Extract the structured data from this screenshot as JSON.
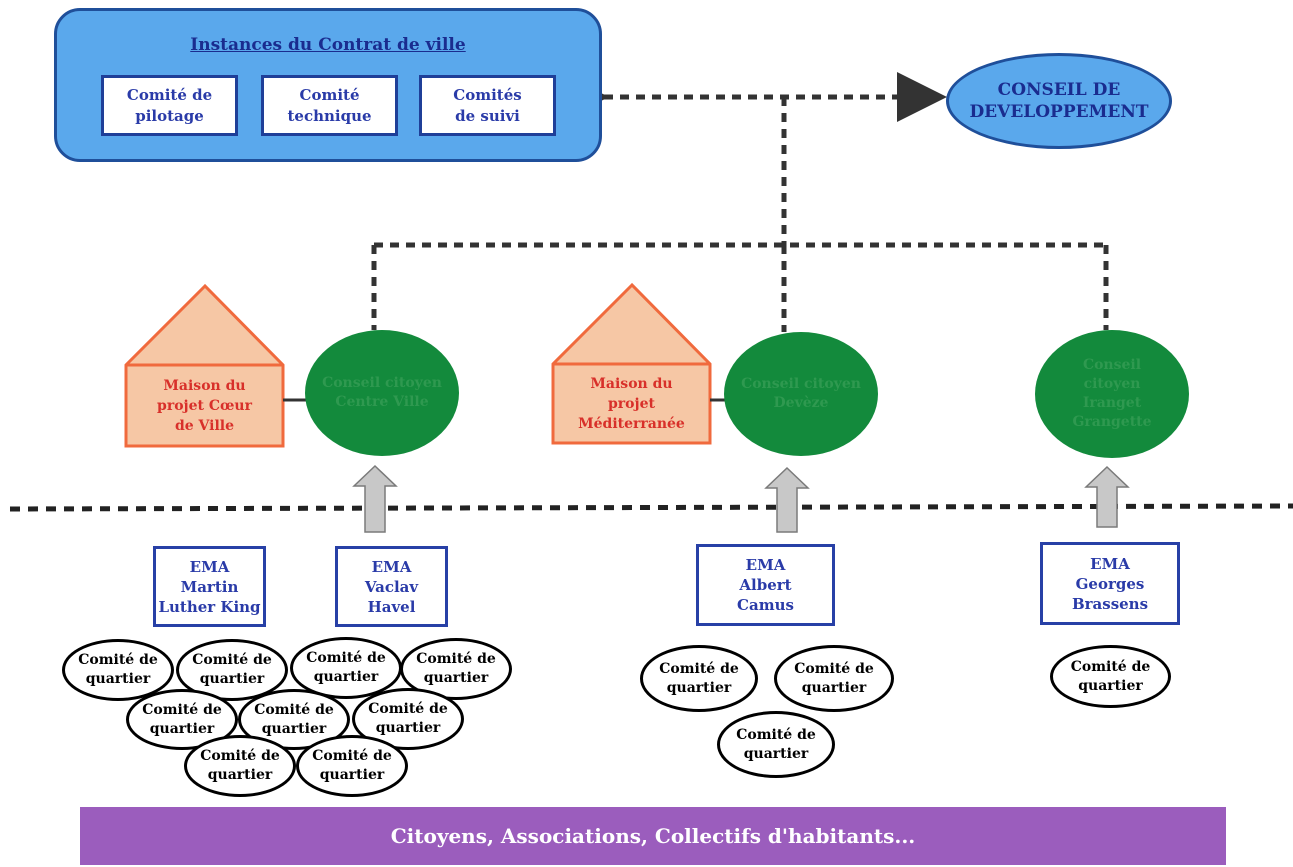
{
  "instances": {
    "title": "Instances du Contrat de ville",
    "boxes": [
      {
        "line1": "Comité de",
        "line2": "pilotage"
      },
      {
        "line1": "Comité",
        "line2": "technique"
      },
      {
        "line1": "Comités",
        "line2": "de suivi"
      }
    ]
  },
  "conseil_developpement": {
    "line1": "CONSEIL DE",
    "line2": "DEVELOPPEMENT"
  },
  "houses": [
    {
      "line1": "Maison du",
      "line2": "projet Cœur",
      "line3": "de Ville"
    },
    {
      "line1": "Maison du",
      "line2": "projet",
      "line3": "Méditerranée"
    }
  ],
  "citizen_councils": [
    {
      "line1": "Conseil citoyen",
      "line2": "Centre Ville",
      "line3": ""
    },
    {
      "line1": "Conseil citoyen",
      "line2": "Devèze",
      "line3": ""
    },
    {
      "line1": "Conseil",
      "line2": "citoyen",
      "line3": "Iranget",
      "line4": "Grangette"
    }
  ],
  "ema": [
    {
      "line1": "EMA",
      "line2": "Martin",
      "line3": "Luther King"
    },
    {
      "line1": "EMA",
      "line2": "Vaclav",
      "line3": "Havel"
    },
    {
      "line1": "EMA",
      "line2": "Albert",
      "line3": "Camus"
    },
    {
      "line1": "EMA",
      "line2": "Georges",
      "line3": "Brassens"
    }
  ],
  "comite_quartier": {
    "line1": "Comité de",
    "line2": "quartier"
  },
  "banner": "Citoyens, Associations, Collectifs d'habitants...",
  "colors": {
    "instances_fill": "#5aa8ec",
    "citizen_green": "#138a3c",
    "house_fill": "#f6c7a5",
    "house_stroke": "#f06a3d",
    "banner_purple": "#9b5dbd"
  }
}
